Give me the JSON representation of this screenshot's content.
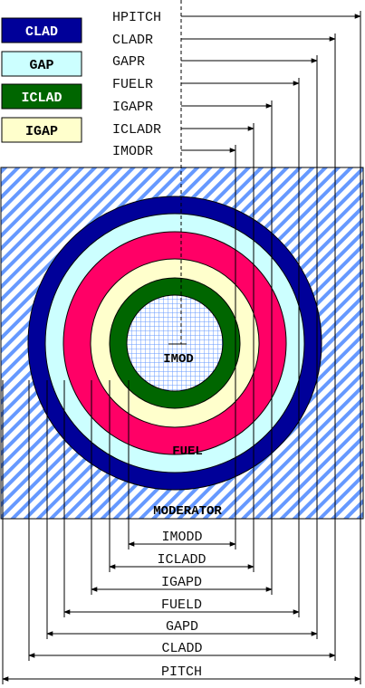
{
  "legend": [
    {
      "key": "clad",
      "label": "CLAD",
      "fill": "#000099",
      "text_color": "#ffffff"
    },
    {
      "key": "gap",
      "label": "GAP",
      "fill": "#ccffff",
      "text_color": "#000000"
    },
    {
      "key": "iclad",
      "label": "ICLAD",
      "fill": "#006600",
      "text_color": "#ffffff"
    },
    {
      "key": "igap",
      "label": "IGAP",
      "fill": "#ffffcc",
      "text_color": "#000000"
    }
  ],
  "radius_labels": [
    "HPITCH",
    "CLADR",
    "GAPR",
    "FUELR",
    "IGAPR",
    "ICLADR",
    "IMODR"
  ],
  "diameter_labels": [
    "IMODD",
    "ICLADD",
    "IGAPD",
    "FUELD",
    "GAPD",
    "CLADD",
    "PITCH"
  ],
  "region_labels": {
    "imod": "IMOD",
    "fuel": "FUEL",
    "moderator": "MODERATOR"
  },
  "colors": {
    "clad": "#000099",
    "gap": "#ccffff",
    "fuel": "#ff0066",
    "igap": "#ffffcc",
    "iclad": "#006600",
    "moderator_hatch": "#6699ff",
    "imod_grid": "#6699ff"
  }
}
